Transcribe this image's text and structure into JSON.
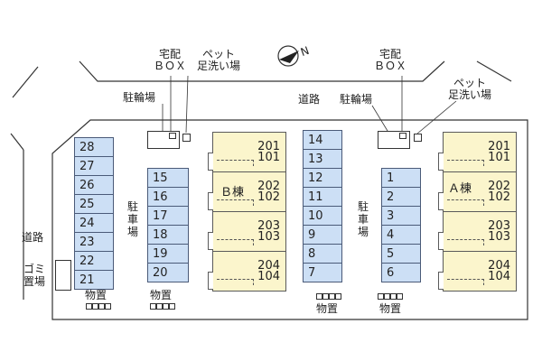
{
  "labels": {
    "takuhai_box_left_line1": "宅配",
    "takuhai_box_left_line2": "ＢＯＸ",
    "pet_left_line1": "ペット",
    "pet_left_line2": "足洗い場",
    "takuhai_box_right_line1": "宅配",
    "takuhai_box_right_line2": "ＢＯＸ",
    "pet_right_line1": "ペット",
    "pet_right_line2": "足洗い場",
    "bicycle_left": "駐輪場",
    "bicycle_right": "駐輪場",
    "road_center": "道路",
    "road_left": "道路",
    "garbage": "ゴミ置場",
    "parking_left": "駐車場",
    "parking_right": "駐車場",
    "storage_1": "物置",
    "storage_2": "物置",
    "storage_3": "物置",
    "storage_4": "物置",
    "building_b": "Ｂ棟",
    "building_a": "Ａ棟",
    "compass_symbol": "N"
  },
  "parking": {
    "left_column": [
      "28",
      "27",
      "26",
      "25",
      "24",
      "23",
      "22",
      "21"
    ],
    "second_column": [
      "15",
      "16",
      "17",
      "18",
      "19",
      "20"
    ],
    "center_column": [
      "14",
      "13",
      "12",
      "11",
      "10",
      "9",
      "8",
      "7"
    ],
    "right_column": [
      "1",
      "2",
      "3",
      "4",
      "5",
      "6"
    ]
  },
  "buildings": {
    "b_units": [
      {
        "upper": "201",
        "lower": "101"
      },
      {
        "upper": "202",
        "lower": "102"
      },
      {
        "upper": "203",
        "lower": "103"
      },
      {
        "upper": "204",
        "lower": "104"
      }
    ],
    "a_units": [
      {
        "upper": "201",
        "lower": "101"
      },
      {
        "upper": "202",
        "lower": "102"
      },
      {
        "upper": "203",
        "lower": "103"
      },
      {
        "upper": "204",
        "lower": "104"
      }
    ]
  },
  "colors": {
    "parking_fill": "#ccdff5",
    "unit_fill": "#fbf5cc",
    "outline": "#4a4a4a"
  }
}
